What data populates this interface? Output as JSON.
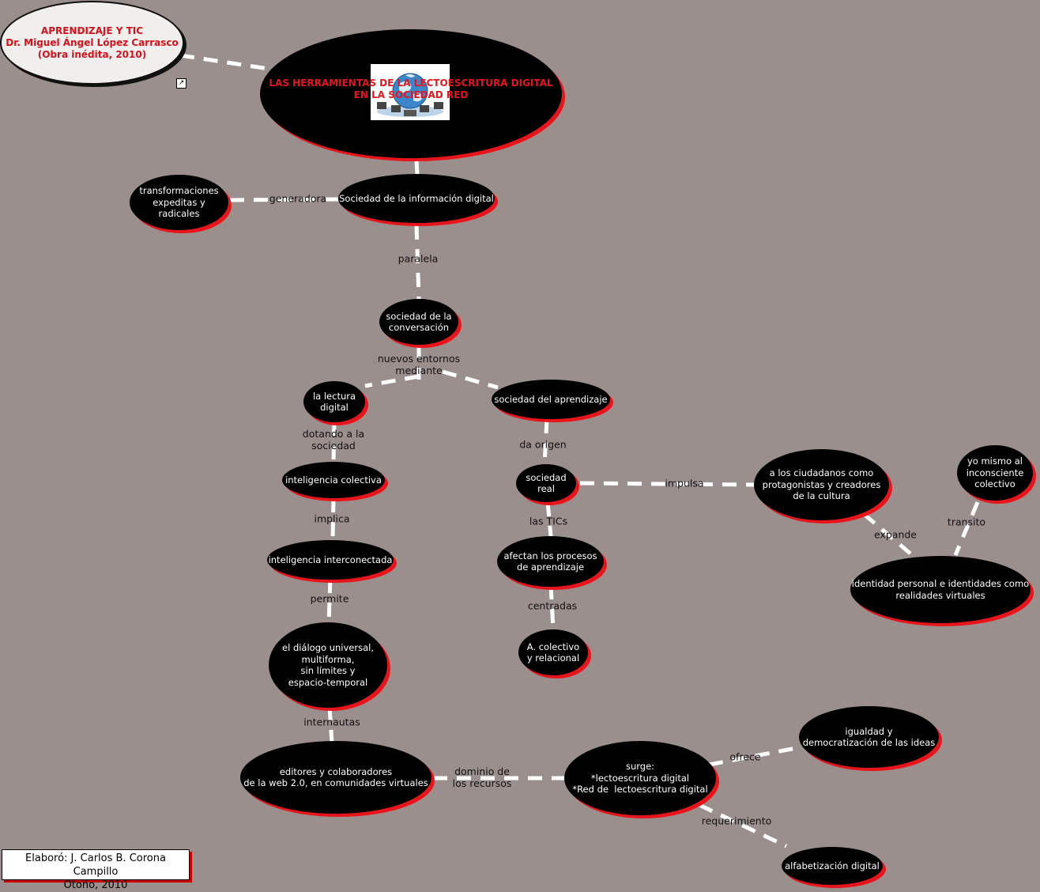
{
  "title_note": {
    "line1": "APRENDIZAJE Y TIC",
    "line2": "Dr. Miguel Ángel López Carrasco",
    "line3": "(Obra inédita, 2010)"
  },
  "main_title": "LAS HERRAMIENTAS DE LA LECTOESCRITURA DIGITAL\nEN LA SOCIEDAD RED",
  "nodes": {
    "sociedad_info": "Sociedad de la información digital",
    "transformaciones": "transformaciones\nexpeditas y\nradicales",
    "conversacion": "sociedad de la\nconversación",
    "lectura_digital": "la lectura\ndigital",
    "aprendizaje": "sociedad del aprendizaje",
    "int_colectiva": "inteligencia colectiva",
    "sociedad_real": "sociedad\nreal",
    "ciudadanos": "a los ciudadanos como\nprotagonistas y creadores\nde la cultura",
    "yo_mismo": "yo mismo al\ninconsciente\ncolectivo",
    "int_interconectada": "inteligencia interconectada",
    "afectan": "afectan los procesos\nde aprendizaje",
    "identidad": "identidad personal e identidades como\nrealidades virtuales",
    "a_colectivo": "A. colectivo\ny relacional",
    "dialogo": "el diálogo universal,\nmultiforma,\nsin límites y\nespacio-temporal",
    "igualdad": "igualdad y\ndemocratización de las ideas",
    "editores": "editores y colaboradores\nde la web 2.0, en comunidades virtuales",
    "surge": "surge:\n*lectoescritura digital\n*Red de  lectoescritura digital",
    "alfabetizacion": "alfabetización digital"
  },
  "links": {
    "generadora": "generadora",
    "paralela": "paralela",
    "nuevos_entornos": "nuevos entornos\nmediante",
    "dotando": "dotando a la\nsociedad",
    "da_origen": "da origen",
    "impulsa": "impulsa",
    "implica": "implica",
    "las_tics": "las TICs",
    "expande": "expande",
    "transito": "transito",
    "permite": "permite",
    "centradas": "centradas",
    "internautas": "internautas",
    "ofrece": "ofrece",
    "dominio": "dominio de\nlos recursos",
    "requerimiento": "requerimiento"
  },
  "footer": {
    "line1": "Elaboró: J. Carlos B. Corona Campillo",
    "line2": "Otoño, 2010"
  },
  "colors": {
    "background": "#9b8f8d",
    "node_fill": "#000000",
    "node_shadow": "#e8141b",
    "title_text": "#d3121b",
    "connector": "#ffffff"
  },
  "icons": [
    "globe-network-image",
    "shortcut-arrow-icon"
  ]
}
